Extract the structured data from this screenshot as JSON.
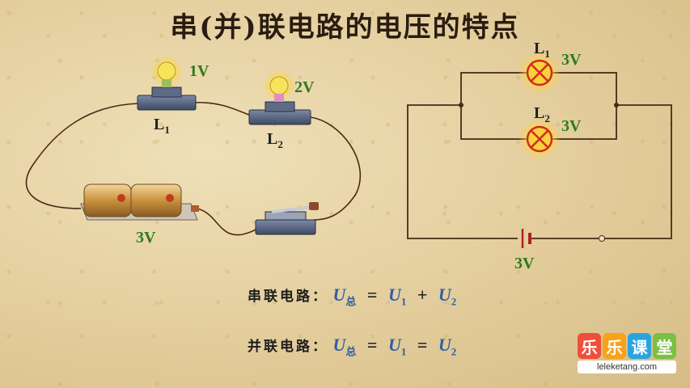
{
  "title": "串(并)联电路的电压的特点",
  "left_circuit": {
    "bulb1": {
      "label": "L",
      "sub": "1",
      "voltage": "1V"
    },
    "bulb2": {
      "label": "L",
      "sub": "2",
      "voltage": "2V"
    },
    "battery": {
      "voltage": "3V"
    }
  },
  "right_circuit": {
    "lamp1": {
      "label": "L",
      "sub": "1",
      "voltage": "3V"
    },
    "lamp2": {
      "label": "L",
      "sub": "2",
      "voltage": "3V"
    },
    "source": {
      "voltage": "3V"
    }
  },
  "formulas": {
    "series": {
      "name": "串联电路：",
      "lhs": "U",
      "lhs_sub": "总",
      "op1": "=",
      "t1": "U",
      "t1_sub": "1",
      "op2": "+",
      "t2": "U",
      "t2_sub": "2"
    },
    "parallel": {
      "name": "并联电路：",
      "lhs": "U",
      "lhs_sub": "总",
      "op1": "=",
      "t1": "U",
      "t1_sub": "1",
      "op2": "=",
      "t2": "U",
      "t2_sub": "2"
    }
  },
  "logo": {
    "chars": [
      "乐",
      "乐",
      "课",
      "堂"
    ],
    "url": "leleketang.com"
  },
  "colors": {
    "label_green": "#2e7a1e",
    "wire": "#4a2a18",
    "lamp_red": "#d22b1f",
    "logo": [
      "#f04e3a",
      "#f7a21b",
      "#2aa4e0",
      "#7bc043"
    ]
  }
}
